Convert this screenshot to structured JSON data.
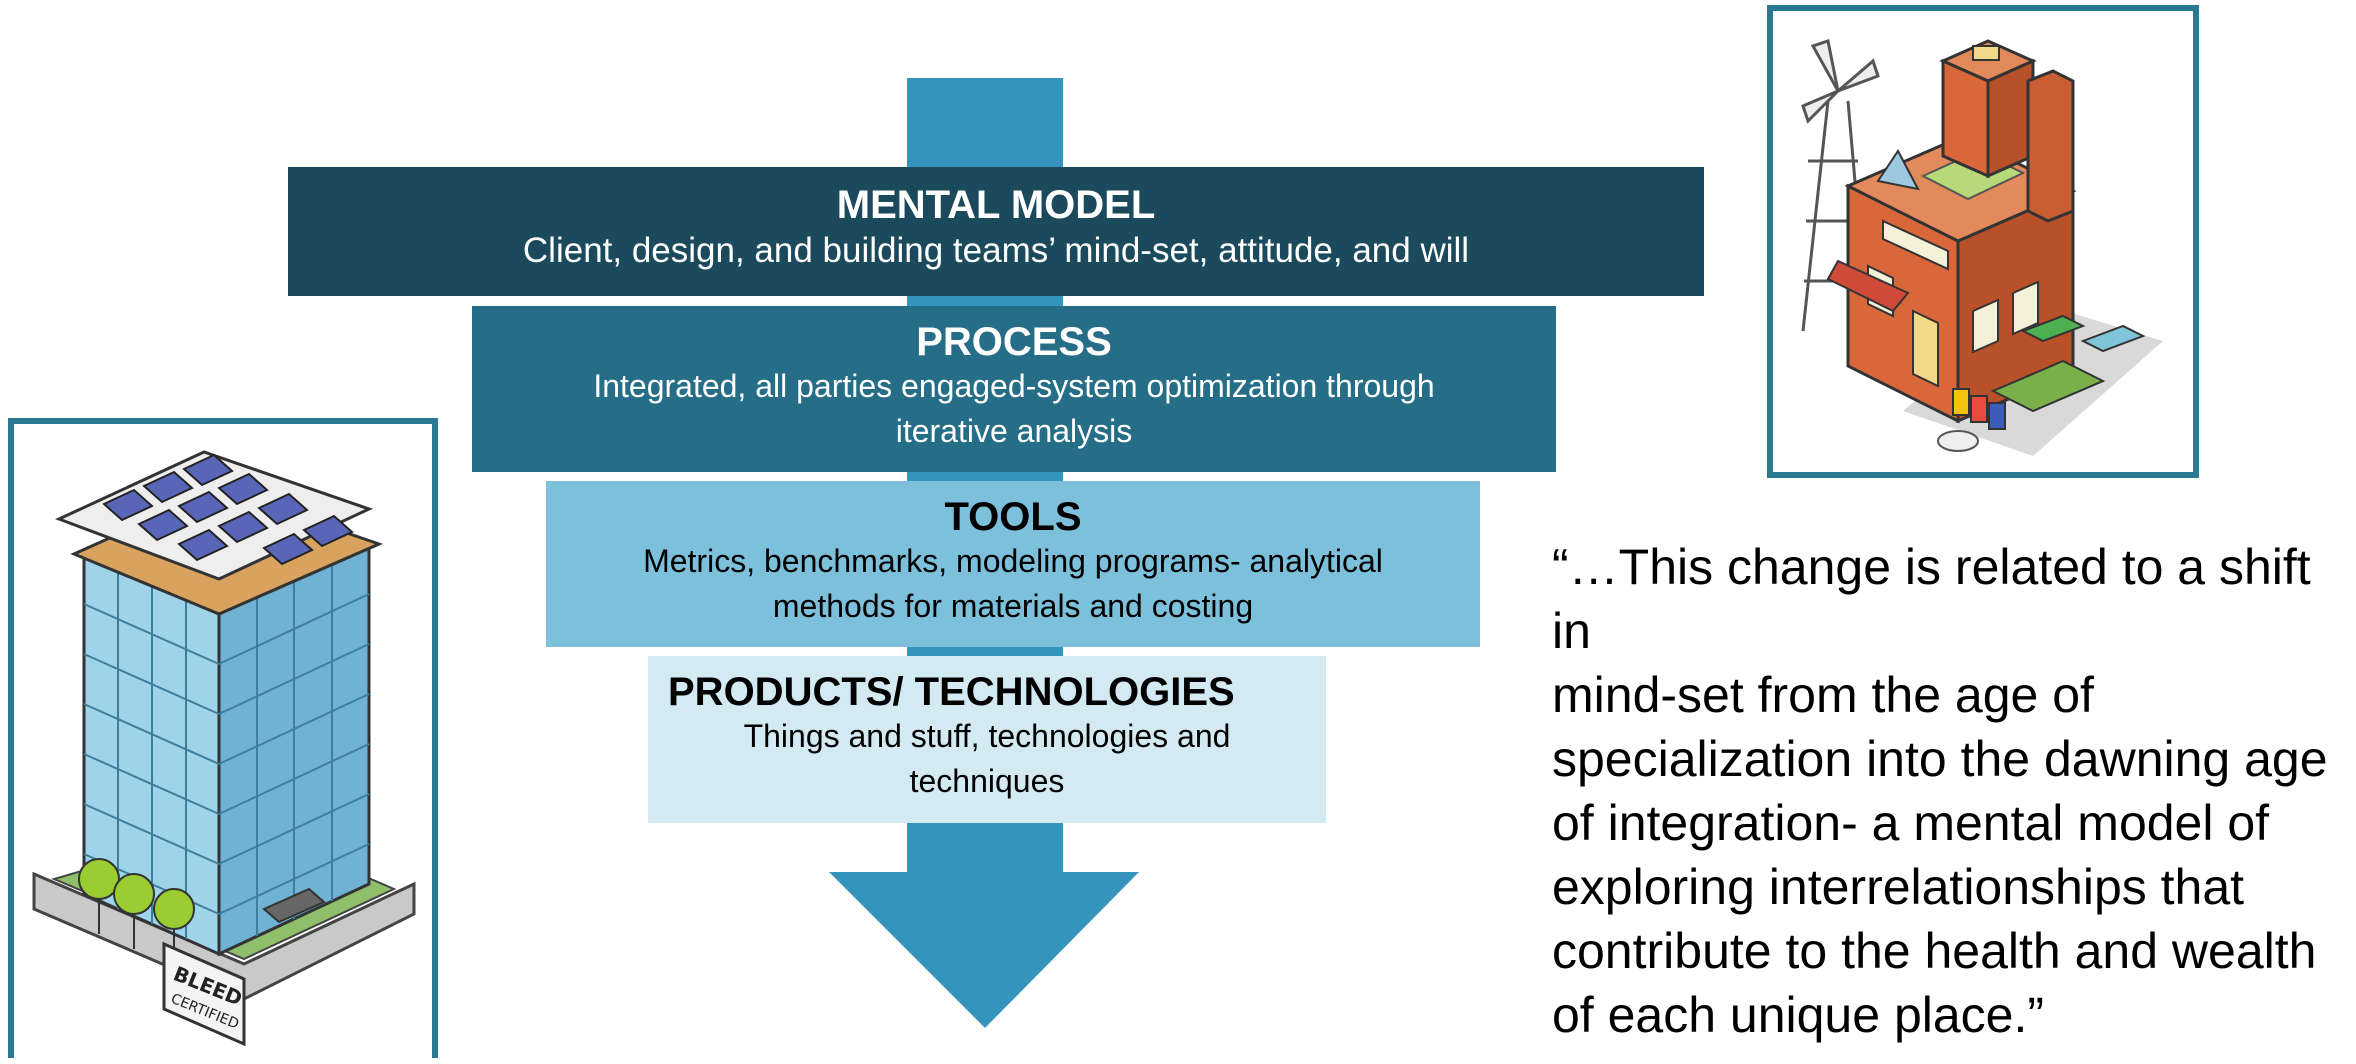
{
  "layers": [
    {
      "title": "MENTAL MODEL",
      "description": "Client, design, and building teams’ mind-set, attitude, and will"
    },
    {
      "title": "PROCESS",
      "description_lines": [
        "Integrated, all parties engaged-system optimization through",
        "iterative analysis"
      ]
    },
    {
      "title": "TOOLS",
      "description_lines": [
        "Metrics, benchmarks, modeling programs- analytical",
        "methods for materials and costing"
      ]
    },
    {
      "title": "PRODUCTS/ TECHNOLOGIES",
      "description_lines": [
        "Things and stuff, technologies and",
        "techniques"
      ]
    }
  ],
  "quote_lines": [
    "“…This change is related to a shift in",
    "mind-set from the age of",
    "specialization into the dawning age",
    "of integration- a mental model of",
    "exploring interrelationships that",
    "contribute to the health and wealth",
    "of each unique place.”"
  ],
  "illustrations": {
    "left": {
      "icon": "green-office-building-icon",
      "sign_lines": [
        "BLEED",
        "CERTIFIED"
      ]
    },
    "right": {
      "icon": "brick-house-windmill-icon"
    }
  },
  "colors": {
    "arrow": "#3594bb",
    "mental_model": "#1b4a5d",
    "process": "#266d88",
    "tools": "#7cc0db",
    "products": "#d3eaf3",
    "frame": "#2a7891"
  }
}
